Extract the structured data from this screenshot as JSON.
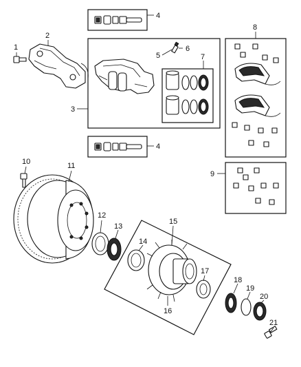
{
  "callouts": [
    {
      "id": "1",
      "text": "1"
    },
    {
      "id": "2",
      "text": "2"
    },
    {
      "id": "3",
      "text": "3"
    },
    {
      "id": "4a",
      "text": "4"
    },
    {
      "id": "4b",
      "text": "4"
    },
    {
      "id": "5",
      "text": "5"
    },
    {
      "id": "6",
      "text": "6"
    },
    {
      "id": "7",
      "text": "7"
    },
    {
      "id": "8",
      "text": "8"
    },
    {
      "id": "9",
      "text": "9"
    },
    {
      "id": "10",
      "text": "10"
    },
    {
      "id": "11",
      "text": "11"
    },
    {
      "id": "12",
      "text": "12"
    },
    {
      "id": "13",
      "text": "13"
    },
    {
      "id": "14",
      "text": "14"
    },
    {
      "id": "15",
      "text": "15"
    },
    {
      "id": "16",
      "text": "16"
    },
    {
      "id": "17",
      "text": "17"
    },
    {
      "id": "18",
      "text": "18"
    },
    {
      "id": "19",
      "text": "19"
    },
    {
      "id": "20",
      "text": "20"
    },
    {
      "id": "21",
      "text": "21"
    }
  ]
}
